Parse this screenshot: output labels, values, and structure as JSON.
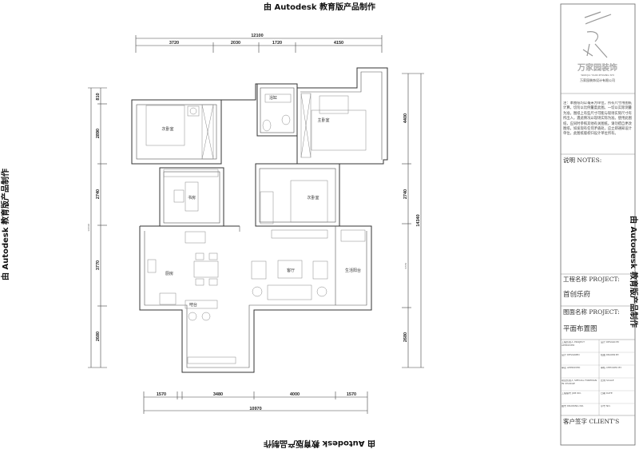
{
  "watermark": "由 Autodesk 教育版产品制作",
  "dimensions": {
    "top_total": "12100",
    "top": [
      "3720",
      "2030",
      "1720",
      "4150"
    ],
    "left": [
      "810",
      "2890",
      "2740",
      "3770",
      "2680"
    ],
    "left_total": "14340",
    "right": [
      "4400",
      "2740",
      "3770",
      "2680"
    ],
    "right_total": "14340",
    "bottom": [
      "1570",
      "3480",
      "4000",
      "1570"
    ],
    "bottom_total": "10970"
  },
  "rooms": {
    "bedroom_left": "次卧室",
    "bath": "浴缸",
    "master_bedroom": "主卧室",
    "study": "书房",
    "bedroom_mid": "次卧室",
    "kitchen": "厨房",
    "living": "客厅",
    "service_balcony": "生活阳台",
    "bar": "吧台"
  },
  "title_block": {
    "logo_text": "万家园装饰",
    "logo_sub": "WAN JIA YUAN ZHUANG SHI",
    "company": "万家园装饰设计有限公司",
    "notes_text": "注：本图纸均以毫米为单位，所有尺寸用图纸计算，切勿以比例量度此图。一切以实际测量为准，图纸上有些尺寸可能与现场实际尺寸有所出入，遇此情况以现场实际为准。使用此图纸，应同时参照其他有关图纸。请勿擅自更改图纸，如发现有任何矛盾处，应立即通知设计单位，此图纸版权归设计单位所有。",
    "notes_label": "说明  NOTES:",
    "project_label": "工程名称 PROJECT:",
    "project_name": "首创乐府",
    "drawing_label": "图面名称 PROJECT:",
    "drawing_name": "平面布置图",
    "table": [
      [
        "工程负责人 PROJECT APPROVED",
        "设计 DESIGN BY"
      ],
      [
        "设计 DESIGNED",
        "绘图 DRAWN BY"
      ],
      [
        "审定 APPROVED",
        "审核 CHECKED BY"
      ],
      [
        "项目负责人 SPECIAL FOREMAN IN CHARGE",
        "比例 SCALE"
      ],
      [
        "工程编号 JOB NO.",
        "日期 DATE"
      ],
      [
        "图号 DRAWING NO.",
        "序号 NO."
      ]
    ],
    "client_label": "客户签字 CLIENT'S"
  }
}
